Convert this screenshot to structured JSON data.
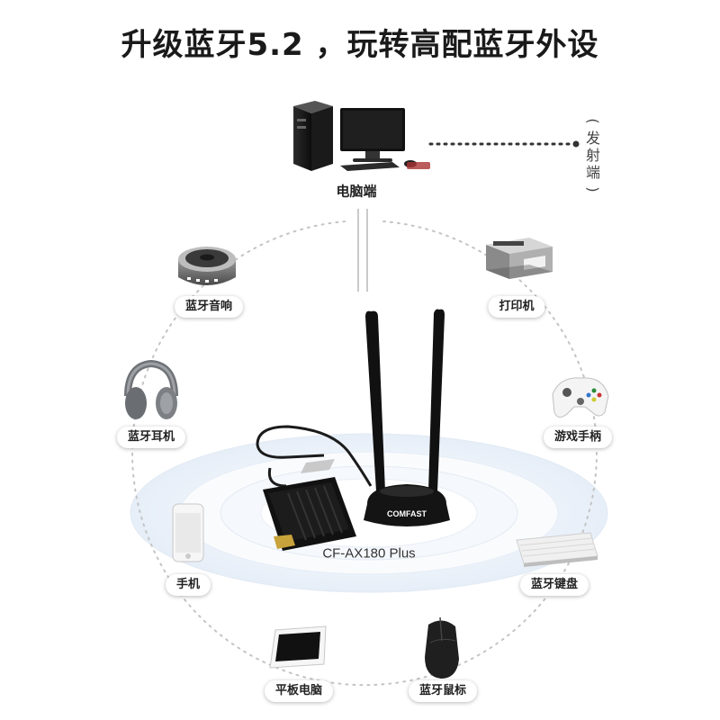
{
  "headline": "升级蓝牙5.2 ，玩转高配蓝牙外设",
  "computer": {
    "label": "电脑端"
  },
  "emitter": {
    "open": "(",
    "chars": [
      "发",
      "射",
      "端"
    ],
    "close": ")"
  },
  "product": {
    "model": "CF-AX180 Plus",
    "brand": "COMFAST"
  },
  "devices": {
    "speaker": "蓝牙音响",
    "printer": "打印机",
    "headphones": "蓝牙耳机",
    "gamepad": "游戏手柄",
    "phone": "手机",
    "keyboard": "蓝牙键盘",
    "tablet": "平板电脑",
    "mouse": "蓝牙鼠标"
  }
}
